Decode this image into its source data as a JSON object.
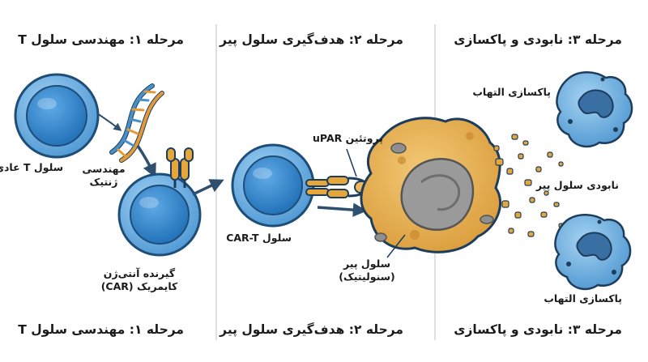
{
  "stages": {
    "stage1_title": "مرحله ۱: مهندسی سلول T",
    "stage2_title": "مرحله ۲: هدف‌گیری سلول پیر",
    "stage3_title": "مرحله ۳: نابودی و پاکسازی"
  },
  "labels": {
    "normal_tcell": "سلول T عادی",
    "genetic_engineering_line1": "مهندسی",
    "genetic_engineering_line2": "ژنتیک",
    "car_receptor_line1": "گیرنده آنتی‌ژن",
    "car_receptor_line2": "کایمریک (CAR)",
    "car_tcell": "سلول CAR-T",
    "upar_protein": "پروتئین uPAR",
    "senescent_cell_line1": "سلول پیر",
    "senescent_cell_line2": "(سنولیتیک)",
    "inflammation_clearance_top": "پاکسازی التهاب",
    "destroy_senescent": "نابودی سلول پیر",
    "inflammation_clearance_bottom": "پاکسازی التهاب"
  },
  "colors": {
    "cell_outer": "#5ba4dc",
    "cell_inner": "#2e7fc4",
    "senescent_cell": "#e9b04f",
    "senescent_nucleus": "#8f8f8f",
    "receptor": "#e6a73a",
    "macrophage": "#5fa6d8",
    "dna_orange": "#e39a3a",
    "dna_blue": "#4a8fc6",
    "arrow": "#2f4f6f",
    "divider": "#d6d6d6"
  }
}
